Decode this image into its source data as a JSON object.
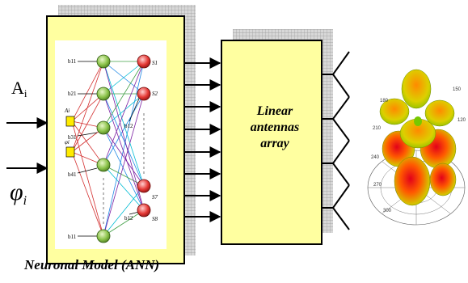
{
  "inputs": {
    "amplitude": {
      "symbol": "A",
      "subscript": "i"
    },
    "phase": {
      "symbol": "φ",
      "subscript": "i"
    }
  },
  "ann_block": {
    "title": "Neuronal Model (ANN)",
    "bias_labels": [
      "b11",
      "b21",
      "b31",
      "b41",
      "b11"
    ],
    "input_labels": [
      "Ai",
      "φi"
    ],
    "output_bias_labels": [
      "b12",
      "b12"
    ],
    "output_labels": [
      "S1",
      "S2",
      "S7",
      "S8"
    ]
  },
  "array_block": {
    "title_lines": [
      "Linear",
      "antennas",
      "array"
    ]
  },
  "pattern_ticks": [
    "180",
    "210",
    "240",
    "270",
    "300",
    "150",
    "120"
  ],
  "colors": {
    "block_fill": "#ffffa0",
    "shadow": "#bdbdbd",
    "hidden_neuron": "#8bc34a",
    "output_neuron": "#e53935",
    "input_node": "#ffeb00"
  }
}
